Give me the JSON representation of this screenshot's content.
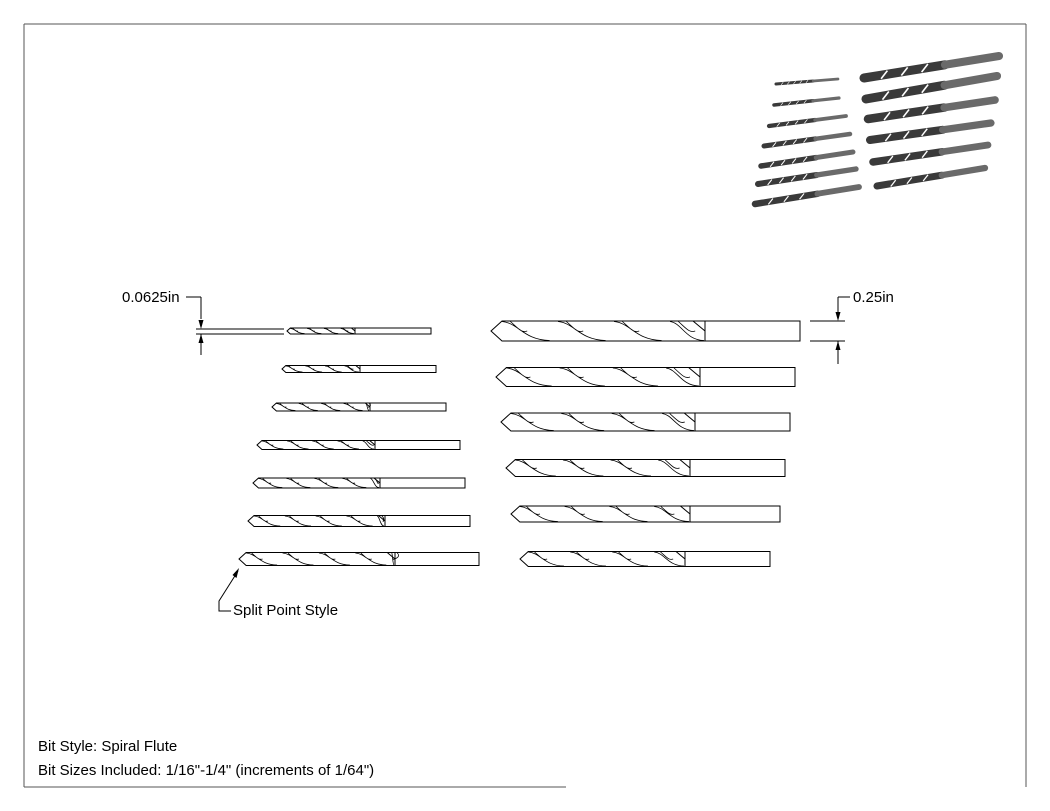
{
  "sheet": {
    "dimension_small": "0.0625in",
    "dimension_large": "0.25in",
    "split_point_label": "Split Point Style",
    "notes": {
      "bit_style": "Bit Style: Spiral Flute",
      "bit_sizes": "Bit Sizes Included: 1/16\"-1/4\" (increments of 1/64\")"
    }
  },
  "bits": {
    "count": 13,
    "size_range_in": [
      0.0625,
      0.25
    ],
    "size_increment_in": 0.015625,
    "style": "spiral-flute",
    "point": "split-point"
  },
  "colors": {
    "line": "#000000",
    "frame": "#555555",
    "iso_steel": "#3a3a3a",
    "iso_shank": "#6a6a6a",
    "paper": "#ffffff"
  }
}
